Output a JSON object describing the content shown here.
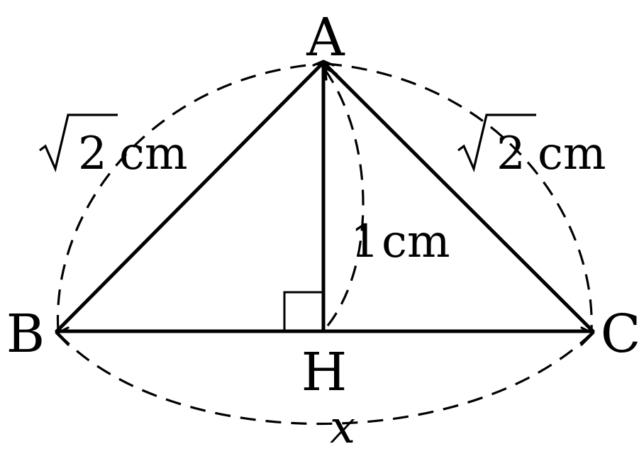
{
  "points": {
    "A": "A",
    "B": "B",
    "C": "C",
    "H": "H"
  },
  "measures": {
    "ab_number": "2",
    "ab_unit": "cm",
    "ac_number": "2",
    "ac_unit": "cm",
    "ah_number": "1",
    "ah_unit": "cm",
    "bc_variable": "x"
  }
}
